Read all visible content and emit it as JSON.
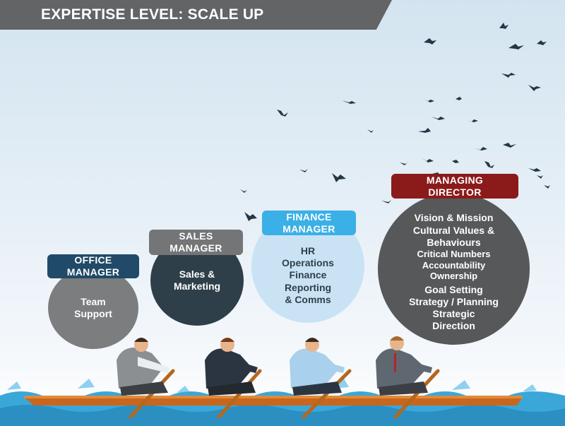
{
  "title": "EXPERTISE LEVEL: SCALE UP",
  "roles": {
    "office": {
      "label_lines": [
        "OFFICE",
        "MANAGER"
      ],
      "skills": [
        "Team",
        "Support"
      ]
    },
    "sales": {
      "label_lines": [
        "SALES",
        "MANAGER"
      ],
      "skills": [
        "Sales &",
        "Marketing"
      ]
    },
    "finance": {
      "label_lines": [
        "FINANCE",
        "MANAGER"
      ],
      "skills": [
        "HR",
        "Operations",
        "Finance",
        "Reporting",
        "& Comms"
      ]
    },
    "director": {
      "label_lines": [
        "MANAGING",
        "DIRECTOR"
      ],
      "skills": [
        "Vision & Mission",
        "Cultural Values &",
        "Behaviours",
        "Critical Numbers",
        "Accountability",
        "Ownership",
        "Goal Setting",
        "Strategy / Planning",
        "Strategic",
        "Direction"
      ]
    }
  },
  "colors": {
    "banner": "#626465",
    "office_label": "#204a67",
    "sales_label": "#737577",
    "finance_label": "#3ab0e6",
    "director_label": "#8b1a1a",
    "sea": "#3aa7d8",
    "boat": "#c9661d"
  },
  "illustration": [
    "flying-birds",
    "four-rowers-in-boat",
    "ocean-waves"
  ]
}
